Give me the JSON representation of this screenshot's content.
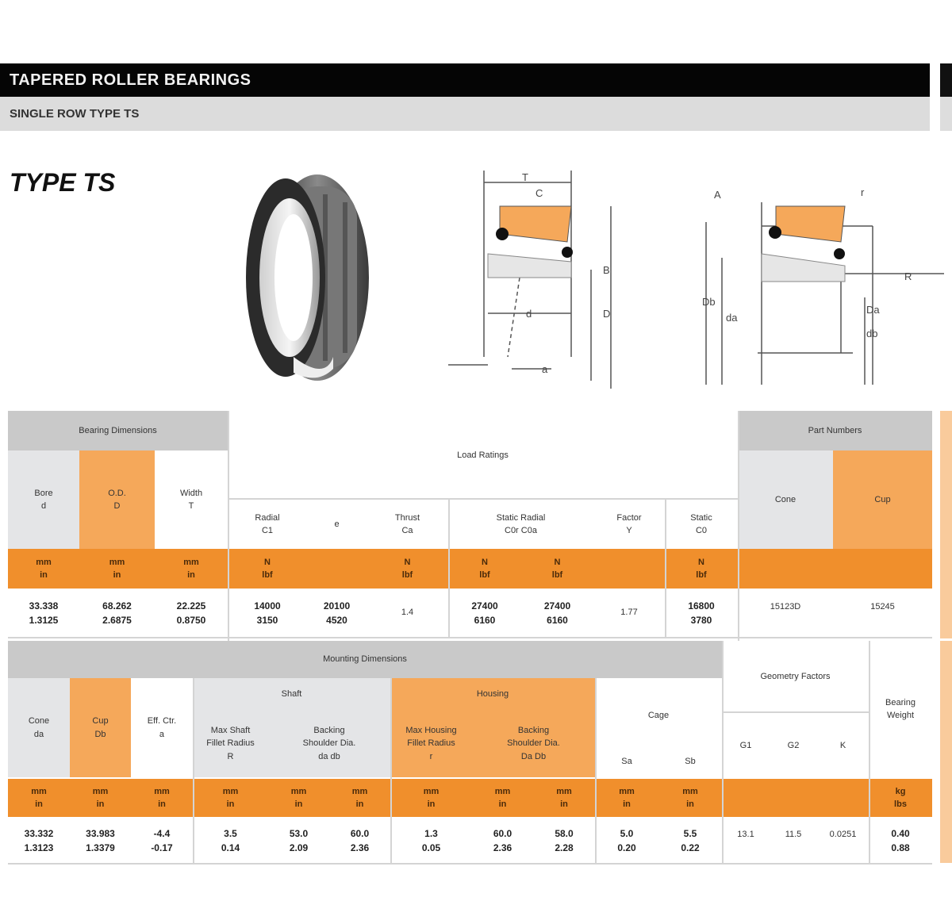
{
  "header": {
    "title": "TAPERED ROLLER BEARINGS",
    "subtitle": "SINGLE ROW TYPE TS"
  },
  "type_label": "TYPE TS",
  "colors": {
    "header_bg": "#050505",
    "band_gray": "#c9c9c9",
    "accent_orange": "#f08f2c",
    "light_orange": "#f5a85a"
  },
  "diagram1": {
    "labels": [
      "T",
      "C",
      "B",
      "D",
      "d",
      "a"
    ]
  },
  "diagram2": {
    "labels": [
      "A",
      "r",
      "R",
      "Db",
      "da",
      "db",
      "Da"
    ]
  },
  "table1": {
    "group_dimensions": "Bearing Dimensions",
    "group_load": "Load Ratings",
    "group_parts": "Part Numbers",
    "col_bore": "Bore\nd",
    "col_od": "O.D.\nD",
    "col_width": "Width\nT",
    "col_radial": "Radial\nC1",
    "col_e": "e",
    "col_thrust": "Thrust\nCa",
    "col_static": "Static Radial\nC0r        C0a",
    "col_factor": "Factor\nY",
    "col_static2": "Static\nC0",
    "col_cone": "Cone",
    "col_cup": "Cup",
    "units": {
      "bore": "mm\nin",
      "od": "mm\nin",
      "width": "mm\nin",
      "radial": "N\nlbf",
      "thrust": "N\nlbf",
      "c0r": "N\nlbf",
      "c0a": "N\nlbf",
      "c0": "N\nlbf"
    },
    "row": {
      "bore": "33.338\n1.3125",
      "od": "68.262\n2.6875",
      "width": "22.225\n0.8750",
      "radial": "14000\n3150",
      "e": "20100\n4520",
      "thrust": "1.4",
      "c0r": "27400\n6160",
      "c0a": "27400\n6160",
      "factor": "1.77",
      "c0": "16800\n3780",
      "cone": "15123D",
      "cup": "15245"
    }
  },
  "table2": {
    "group_mounting": "Mounting Dimensions",
    "group_geometry": "Geometry Factors",
    "col_weight": "Bearing\nWeight",
    "sub_shaft": "Shaft",
    "sub_housing": "Housing",
    "sub_cage": "Cage",
    "col_a": "Cone\nda",
    "col_b": "Cup\nDb",
    "col_c": "Eff. Ctr.\na",
    "col_shaft_fillet": "Max Shaft\nFillet Radius\nR",
    "col_shaft_shoulder": "Backing\nShoulder Dia.\nda        db",
    "col_housing_fillet": "Max Housing\nFillet Radius\nr",
    "col_housing_shoulder": "Backing\nShoulder Dia.\nDa        Db",
    "col_cage1": "Sa",
    "col_cage2": "Sb",
    "col_g1": "G1",
    "col_g2": "G2",
    "col_k": "K",
    "units": {
      "u1": "mm\nin",
      "u2": "mm\nin",
      "u3": "mm\nin",
      "u4": "mm\nin",
      "u5": "mm\nin",
      "u6": "mm\nin",
      "u7": "mm\nin",
      "u8": "mm\nin",
      "u9": "mm\nin",
      "u10": "mm\nin",
      "u11": "mm\nin",
      "weight": "kg\nlbs"
    },
    "row": {
      "a": "33.332\n1.3123",
      "b": "33.983\n1.3379",
      "c": "-4.4\n-0.17",
      "s1": "3.5\n0.14",
      "s2": "53.0\n2.09",
      "s3": "60.0\n2.36",
      "h1": "1.3\n0.05",
      "h2": "60.0\n2.36",
      "h3": "58.0\n2.28",
      "cg1": "5.0\n0.20",
      "cg2": "5.5\n0.22",
      "g1": "13.1",
      "g2": "11.5",
      "k": "0.0251",
      "weight": "0.40\n0.88"
    }
  }
}
